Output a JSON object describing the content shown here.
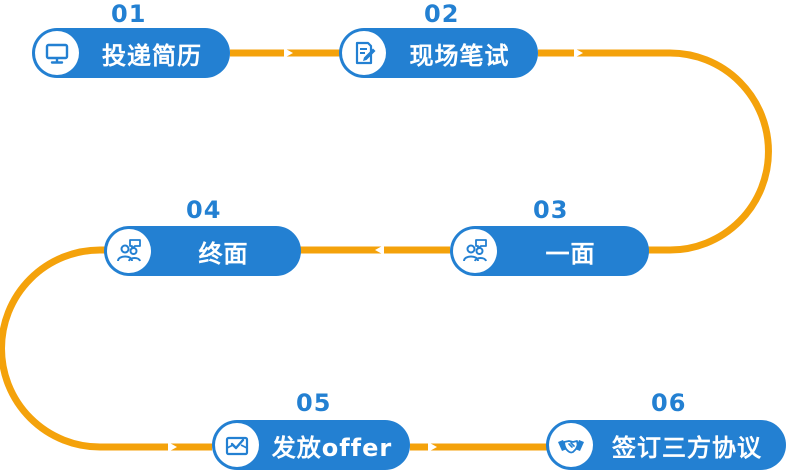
{
  "colors": {
    "accent": "#2380d2",
    "connector": "#f4a20b",
    "background": "#ffffff"
  },
  "steps": [
    {
      "number": "01",
      "label": "投递简历",
      "icon": "monitor-icon"
    },
    {
      "number": "02",
      "label": "现场笔试",
      "icon": "exam-pencil-icon"
    },
    {
      "number": "03",
      "label": "一面",
      "icon": "interview-chat-icon"
    },
    {
      "number": "04",
      "label": "终面",
      "icon": "interview-chat-icon"
    },
    {
      "number": "05",
      "label": "发放offer",
      "icon": "envelope-check-icon"
    },
    {
      "number": "06",
      "label": "签订三方协议",
      "icon": "handshake-icon"
    }
  ]
}
